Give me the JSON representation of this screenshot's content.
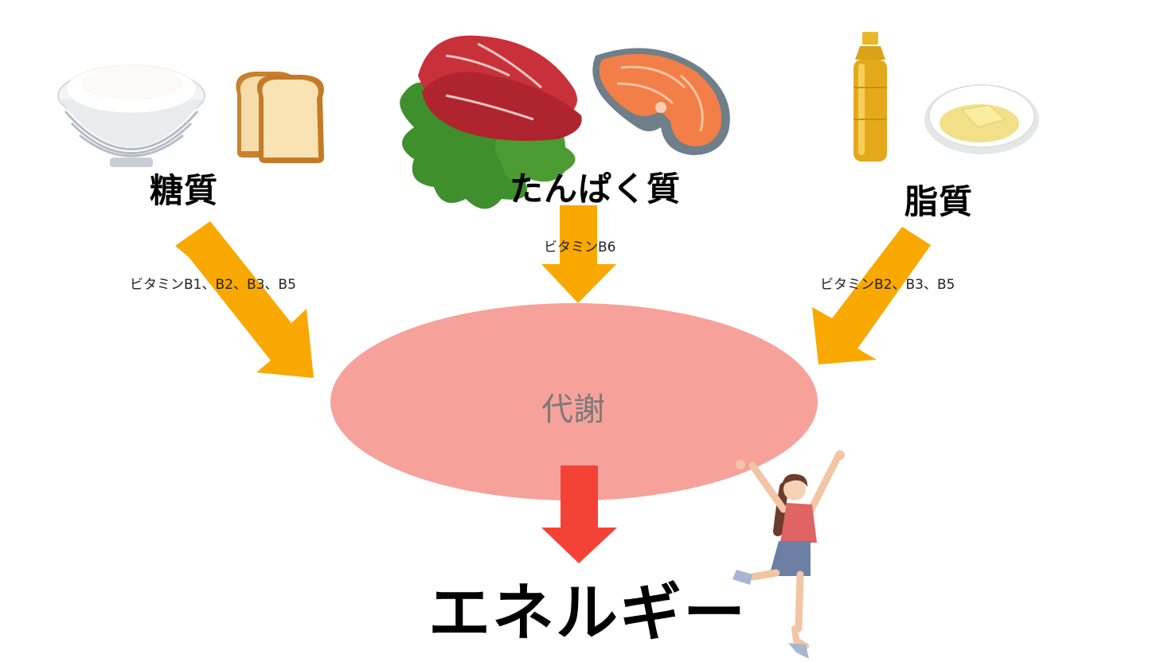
{
  "nutrients": {
    "carbs": {
      "label": "糖質",
      "vitamins": "ビタミンB1、B2、B3、B5",
      "images": [
        "rice-bowl",
        "bread-slices"
      ]
    },
    "protein": {
      "label": "たんぱく質",
      "vitamins": "ビタミンB6",
      "images": [
        "beef-with-parsley",
        "salmon-steak"
      ]
    },
    "fat": {
      "label": "脂質",
      "vitamins": "ビタミンB2、B3、B5",
      "images": [
        "oil-bottle",
        "butter-dish"
      ]
    }
  },
  "process": {
    "label": "代謝"
  },
  "result": {
    "label": "エネルギー"
  },
  "colors": {
    "arrow_in": "#F9A800",
    "arrow_out": "#F44336",
    "ellipse": "#F7A19B"
  }
}
